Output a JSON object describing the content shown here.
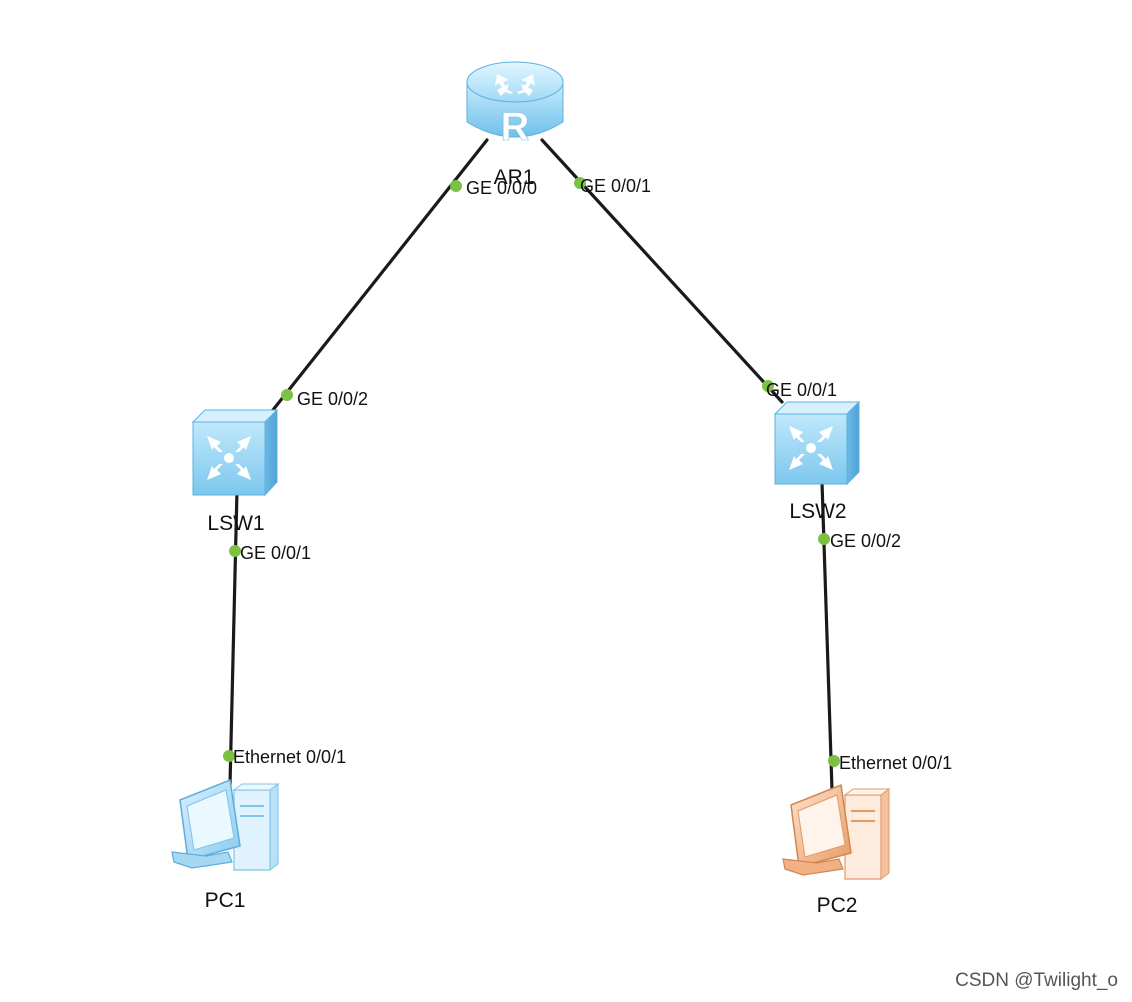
{
  "topology": {
    "devices": [
      {
        "id": "ar1",
        "label": "AR1",
        "kind": "router"
      },
      {
        "id": "lsw1",
        "label": "LSW1",
        "kind": "switch"
      },
      {
        "id": "lsw2",
        "label": "LSW2",
        "kind": "switch"
      },
      {
        "id": "pc1",
        "label": "PC1",
        "kind": "pc",
        "color": "#a9d8f5"
      },
      {
        "id": "pc2",
        "label": "PC2",
        "kind": "pc",
        "color": "#f2b48a"
      }
    ],
    "links": [
      {
        "from": "ar1",
        "from_port": "GE 0/0/0",
        "to": "lsw1",
        "to_port": "GE 0/0/2"
      },
      {
        "from": "ar1",
        "from_port": "GE 0/0/1",
        "to": "lsw2",
        "to_port": "GE 0/0/1"
      },
      {
        "from": "lsw1",
        "from_port": "GE 0/0/1",
        "to": "pc1",
        "to_port": "Ethernet 0/0/1"
      },
      {
        "from": "lsw2",
        "from_port": "GE 0/0/2",
        "to": "pc2",
        "to_port": "Ethernet 0/0/1"
      }
    ]
  },
  "colors": {
    "link": "#1a1a1a",
    "port_dot": "#7cc242",
    "router_body": "#8fd0f2",
    "switch_body": "#8fd0f2",
    "pc1_body": "#a9d8f5",
    "pc2_body": "#f2b48a"
  },
  "labels": {
    "ar1": "AR1",
    "lsw1": "LSW1",
    "lsw2": "LSW2",
    "pc1": "PC1",
    "pc2": "PC2",
    "ar1_ge000": "GE 0/0/0",
    "ar1_ge001": "GE 0/0/1",
    "lsw1_ge002": "GE 0/0/2",
    "lsw1_ge001": "GE 0/0/1",
    "lsw2_ge001": "GE 0/0/1",
    "lsw2_ge002": "GE 0/0/2",
    "pc1_eth": "Ethernet 0/0/1",
    "pc2_eth": "Ethernet 0/0/1"
  },
  "watermark": "CSDN @Twilight_o"
}
